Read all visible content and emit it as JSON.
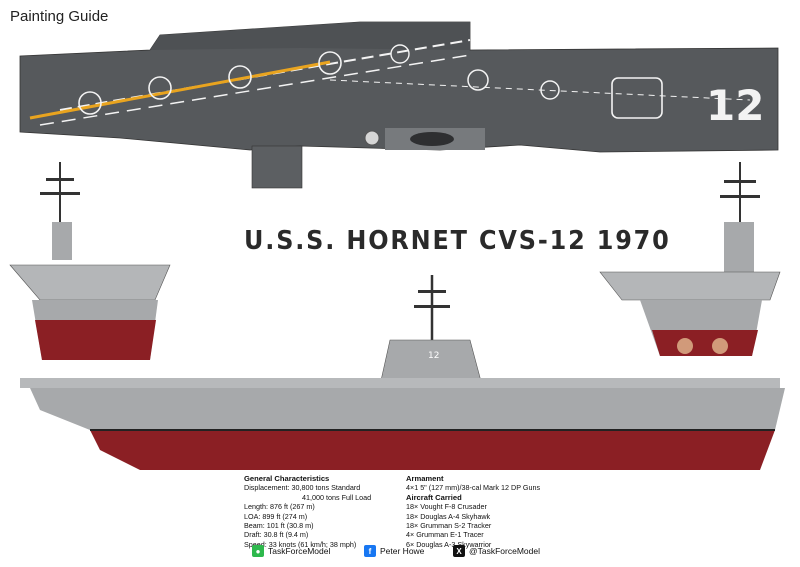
{
  "header": {
    "guide_label": "Painting Guide"
  },
  "title": "U.S.S. HORNET CVS-12 1970",
  "deck_marking": "12",
  "island_number": "12",
  "specs": {
    "general": {
      "heading": "General Characteristics",
      "lines": [
        "Displacement: 30,800 tons Standard",
        "41,000 tons Full Load",
        "Length: 876 ft (267 m)",
        "LOA: 899 ft (274 m)",
        "Beam: 101 ft (30.8 m)",
        "Draft: 30.8 ft (9.4 m)",
        "Speed: 33 knots (61 km/h; 38 mph)"
      ]
    },
    "armament": {
      "heading": "Armament",
      "lines": [
        "4×1 5\" (127 mm)/38-cal Mark 12 DP Guns"
      ]
    },
    "aircraft": {
      "heading": "Aircraft Carried",
      "lines": [
        "18× Vought F-8 Crusader",
        "18× Douglas A-4 Skyhawk",
        "18× Grumman S-2 Tracker",
        "4× Grumman E-1 Tracer",
        "6× Douglas A-3 Skywarrior"
      ]
    }
  },
  "social": {
    "wechat": {
      "label": "TaskForceModel",
      "icon": "wechat-icon",
      "color": "#2DB84C"
    },
    "facebook": {
      "label": "Peter Howe",
      "icon": "facebook-icon",
      "color": "#1877F2"
    },
    "x": {
      "label": "@TaskForceModel",
      "icon": "x-icon",
      "color": "#111111"
    }
  },
  "colors": {
    "deck": "#56595c",
    "hull_gray": "#a7a9ab",
    "hull_red": "#8b1f24",
    "deck_line_yellow": "#e9a41f"
  }
}
